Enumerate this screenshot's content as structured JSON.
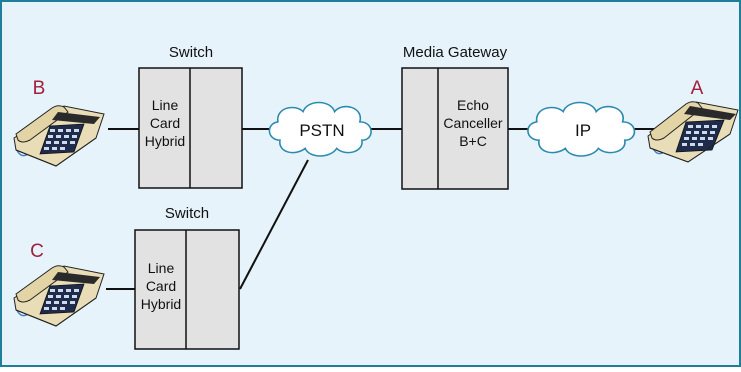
{
  "diagram": {
    "colors": {
      "background": "#e7f3fa",
      "border": "#1f7f9a",
      "box_fill": "#e2e2e2",
      "label_red": "#a0203c",
      "line": "#111111"
    },
    "endpoints": {
      "a": "A",
      "b": "B",
      "c": "C"
    },
    "switch_top": {
      "title": "Switch",
      "card": [
        "Line",
        "Card",
        "Hybrid"
      ]
    },
    "switch_bottom": {
      "title": "Switch",
      "card": [
        "Line",
        "Card",
        "Hybrid"
      ]
    },
    "gateway": {
      "title": "Media Gateway",
      "canceller": [
        "Echo",
        "Canceller",
        "B+C"
      ]
    },
    "clouds": {
      "pstn": "PSTN",
      "ip": "IP"
    },
    "icons": {
      "phone": "desk-telephone-icon"
    }
  }
}
